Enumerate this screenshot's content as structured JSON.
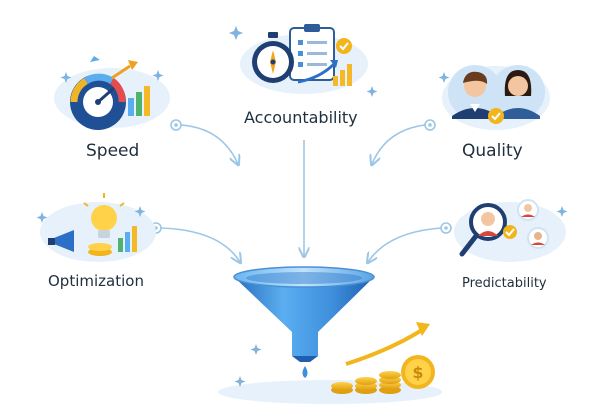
{
  "labels": {
    "accountability": "Accountability",
    "speed": "Speed",
    "quality": "Quality",
    "optimization": "Optimization",
    "predictability": "Predictability"
  },
  "icons": {
    "accountability": "stopwatch-checklist-icon",
    "speed": "speedometer-rocket-icon",
    "quality": "team-avatars-icon",
    "optimization": "lightbulb-megaphone-icon",
    "predictability": "magnifier-people-icon",
    "center": "funnel-icon",
    "result": "coins-growth-icon"
  },
  "colors": {
    "arrow": "#9cc6e6",
    "funnel_light": "#9fd3f7",
    "funnel_mid": "#3f93e0",
    "funnel_dark": "#1f5fae",
    "coin": "#f2b51d",
    "bars": "#f5b826",
    "text": "#1f2f3f"
  }
}
